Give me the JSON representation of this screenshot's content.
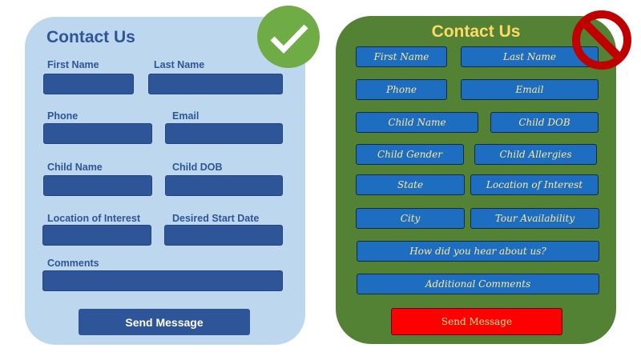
{
  "good_form": {
    "title": "Contact Us",
    "labels": {
      "first_name": "First Name",
      "last_name": "Last Name",
      "phone": "Phone",
      "email": "Email",
      "child_name": "Child Name",
      "child_dob": "Child DOB",
      "location": "Location of Interest",
      "start_date": "Desired Start Date",
      "comments": "Comments"
    },
    "send_label": "Send Message",
    "badge_icon": "checkmark-icon"
  },
  "bad_form": {
    "title": "Contact Us",
    "fields": {
      "first_name": "First Name",
      "last_name": "Last Name",
      "phone": "Phone",
      "email": "Email",
      "child_name": "Child Name",
      "child_dob": "Child DOB",
      "child_gender": "Child Gender",
      "child_allergies": "Child Allergies",
      "state": "State",
      "location": "Location of Interest",
      "city": "City",
      "tour": "Tour Availability",
      "hear": "How did you hear about us?",
      "comments": "Additional Comments"
    },
    "send_label": "Send Message",
    "badge_icon": "prohibited-icon"
  },
  "colors": {
    "good_bg": "#bdd7ee",
    "good_accent": "#2e5597",
    "check_green": "#6fac46",
    "bad_bg": "#538234",
    "bad_title": "#ffd966",
    "bad_field": "#1d6ec1",
    "bad_button": "#ff0000",
    "prohibit_red": "#c00000"
  }
}
